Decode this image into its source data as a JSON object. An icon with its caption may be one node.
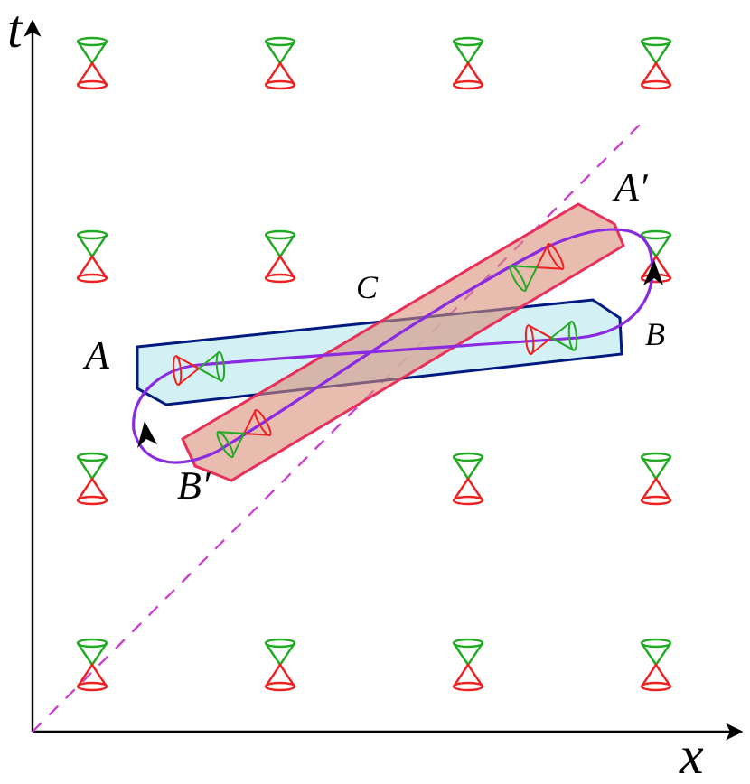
{
  "diagram": {
    "labels": [
      "t",
      "A′",
      "C",
      "A",
      "B",
      "B′",
      "x"
    ]
  }
}
